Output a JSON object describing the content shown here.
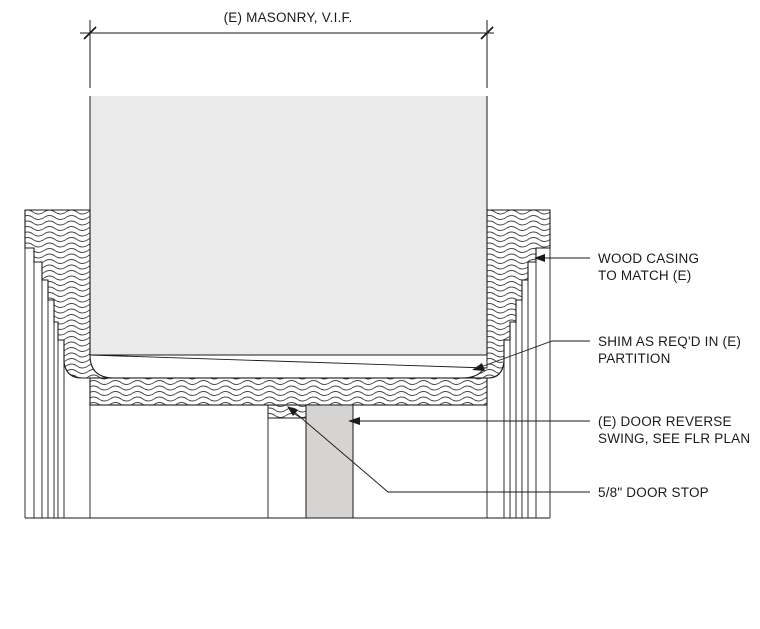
{
  "drawing": {
    "dimension_label": "(E) MASONRY, V.I.F.",
    "callouts": [
      {
        "line1": "WOOD CASING",
        "line2": "TO MATCH (E)"
      },
      {
        "line1": "SHIM AS REQ'D IN (E)",
        "line2": "PARTITION"
      },
      {
        "line1": "(E) DOOR REVERSE",
        "line2": "SWING, SEE FLR PLAN"
      },
      {
        "line1": "5/8\" DOOR STOP",
        "line2": ""
      }
    ],
    "colors": {
      "line": "#1a1a1a",
      "masonry_fill": "#eaeaea",
      "door_fill": "#d6d4d2"
    }
  }
}
